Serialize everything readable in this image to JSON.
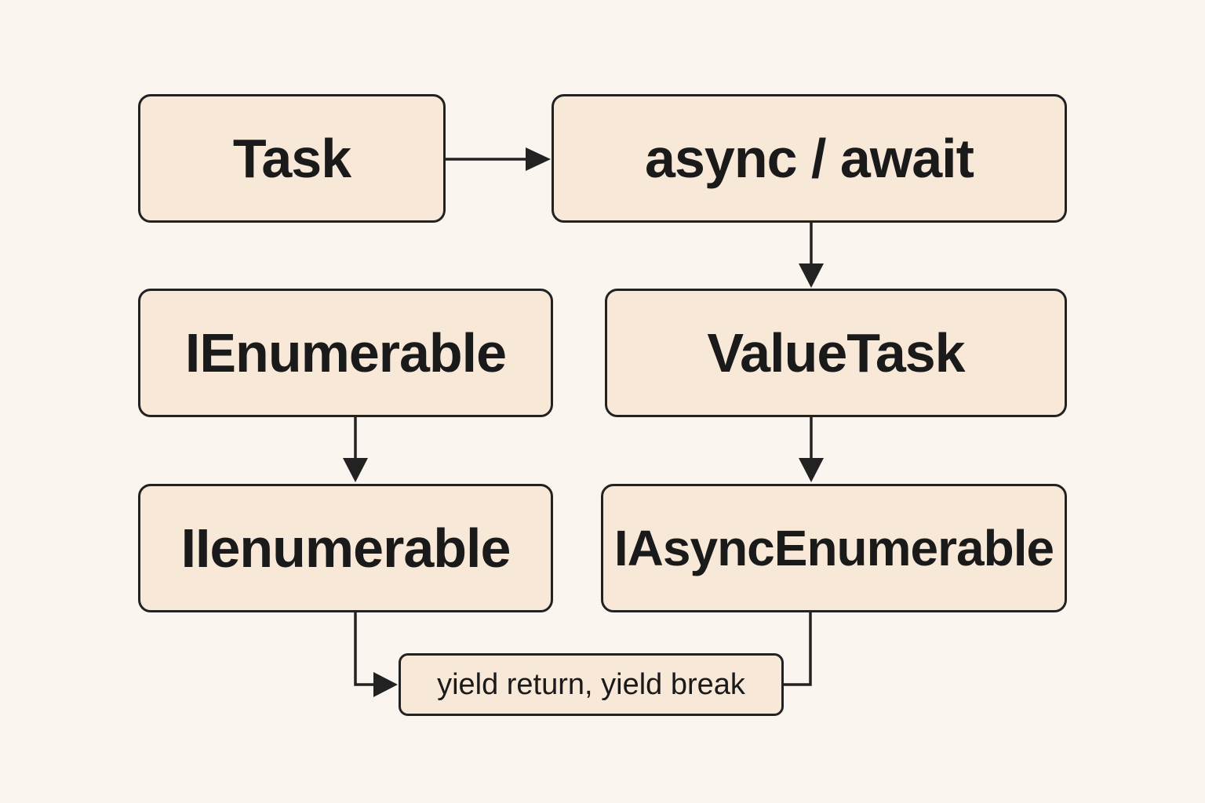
{
  "diagram": {
    "nodes": [
      {
        "id": "task",
        "label": "Task"
      },
      {
        "id": "async",
        "label": "async / await"
      },
      {
        "id": "ienumerable",
        "label": "IEnumerable"
      },
      {
        "id": "valuetask",
        "label": "ValueTask"
      },
      {
        "id": "iienumerable",
        "label": "IIenumerable"
      },
      {
        "id": "iasyncenumerable",
        "label": "IAsyncEnumerable"
      },
      {
        "id": "yield",
        "label": "yield return, yield break"
      }
    ],
    "edges": [
      {
        "from": "task",
        "to": "async"
      },
      {
        "from": "async",
        "to": "valuetask"
      },
      {
        "from": "ienumerable",
        "to": "iienumerable"
      },
      {
        "from": "valuetask",
        "to": "iasyncenumerable"
      },
      {
        "from": "iienumerable",
        "to": "yield"
      },
      {
        "from": "iasyncenumerable",
        "to": "yield"
      }
    ]
  },
  "colors": {
    "background": "#fbf5f0",
    "node_fill": "#f8e8d8",
    "stroke": "#222222"
  }
}
